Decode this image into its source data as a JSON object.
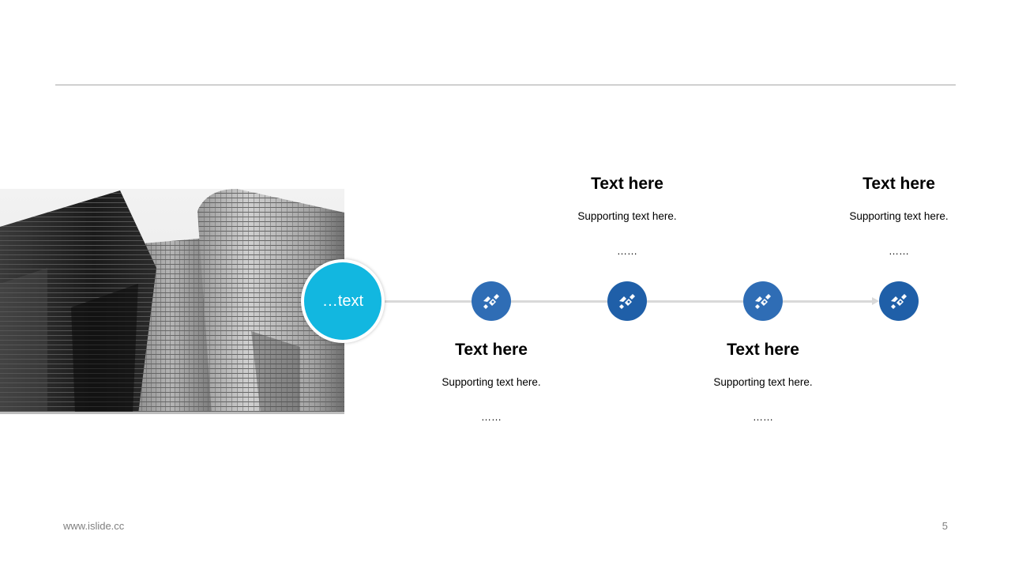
{
  "hub": {
    "label": "…text",
    "color": "#12b7e0"
  },
  "steps": [
    {
      "title": "Text here",
      "support": "Supporting  text here.",
      "dots": "……",
      "node_color": "#2f6db5"
    },
    {
      "title": "Text here",
      "support": "Supporting  text here.",
      "dots": "……",
      "node_color": "#1f5fa8"
    },
    {
      "title": "Text here",
      "support": "Supporting  text here.",
      "dots": "……",
      "node_color": "#2f6db5"
    },
    {
      "title": "Text here",
      "support": "Supporting  text here.",
      "dots": "……",
      "node_color": "#1f5fa8"
    }
  ],
  "node_icon": "handshake-icon",
  "footer": {
    "url": "www.islide.cc",
    "page": "5"
  },
  "colors": {
    "rule": "#a6a6a6",
    "line": "#d9d9d9",
    "footer_text": "#7f7f7f"
  }
}
